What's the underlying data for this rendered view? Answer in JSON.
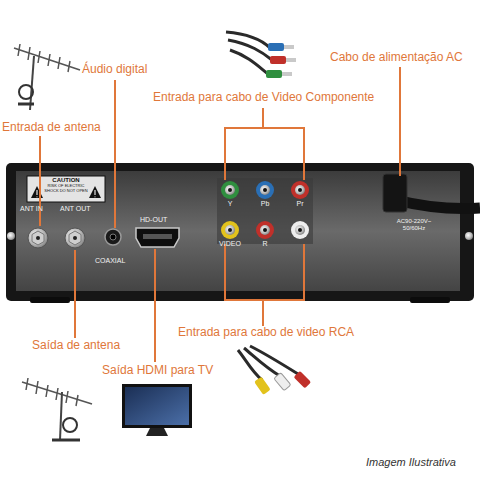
{
  "diagram": {
    "labels": [
      "Áudio digital",
      "Entrada de antena",
      "Entrada para cabo de Video Componente",
      "Cabo de alimentação AC",
      "CAUTION",
      "RISK OF ELECTRIC SHOCK DO NOT OPEN",
      "ANT IN",
      "ANT OUT",
      "COAXIAL",
      "HD-OUT",
      "Y",
      "Pb",
      "Pr",
      "VIDEO",
      "R",
      "AC90-220V~ 50/60Hz",
      "Entrada para cabo de video RCA",
      "Saída de antena",
      "Saída HDMI para TV",
      "Imagem Ilustrativa"
    ]
  }
}
